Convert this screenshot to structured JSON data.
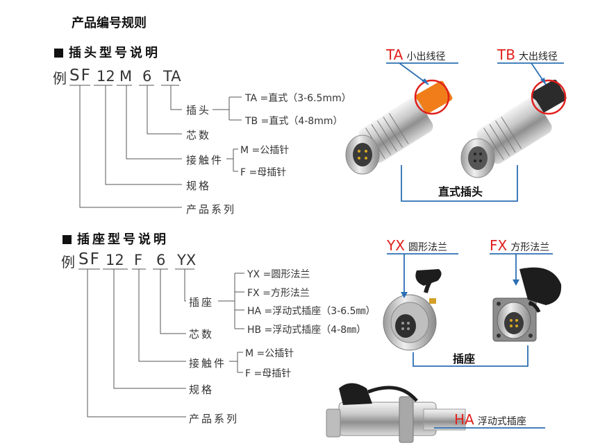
{
  "page_title": "产品编号规则",
  "plug": {
    "heading": "插头型号说明",
    "example_prefix": "例",
    "code": {
      "a": "SF",
      "b": "12",
      "c": "M",
      "d": "6",
      "e": "TA"
    },
    "labels": {
      "plug": "插头",
      "cores": "芯数",
      "contact": "接触件",
      "spec": "规格",
      "series": "产品系列"
    },
    "options_type": [
      "TA =直式（3-6.5mm）",
      "TB =直式（4-8mm）"
    ],
    "options_contact": [
      "M =公插针",
      "F =母插针"
    ],
    "images": {
      "ta_code": "TA",
      "ta_desc": "小出线径",
      "tb_code": "TB",
      "tb_desc": "大出线径",
      "caption": "直式插头"
    }
  },
  "socket": {
    "heading": "插座型号说明",
    "example_prefix": "例",
    "code": {
      "a": "SF",
      "b": "12",
      "c": "F",
      "d": "6",
      "e": "YX"
    },
    "labels": {
      "socket": "插座",
      "cores": "芯数",
      "contact": "接触件",
      "spec": "规格",
      "series": "产品系列"
    },
    "options_type": [
      "YX =圆形法兰",
      "FX =方形法兰",
      "HA =浮动式插座（3-6.5㎜）",
      "HB =浮动式插座（4-8㎜）"
    ],
    "options_contact": [
      "M =公插针",
      "F =母插针"
    ],
    "images": {
      "yx_code": "YX",
      "yx_desc": "圆形法兰",
      "fx_code": "FX",
      "fx_desc": "方形法兰",
      "caption": "插座",
      "ha_code": "HA",
      "ha_desc": "浮动式插座"
    }
  },
  "colors": {
    "accent_red": "#e0201c",
    "leader_blue": "#2c6fb3",
    "line_gray": "#555555",
    "cable_orange": "#f07d1a"
  }
}
